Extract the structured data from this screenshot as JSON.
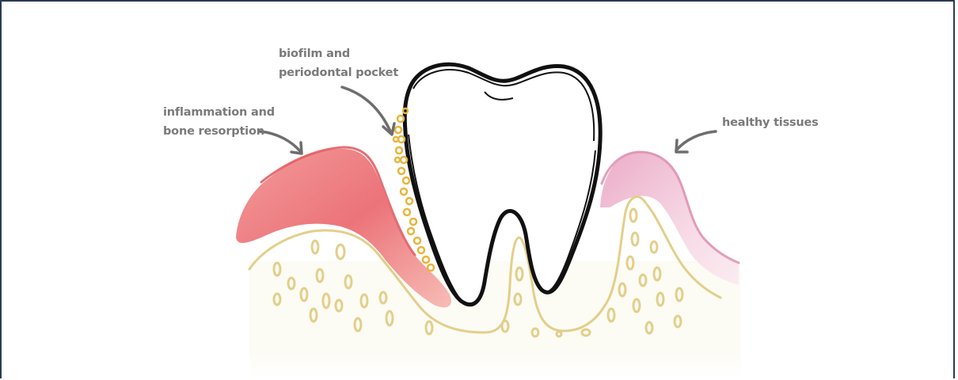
{
  "labels": {
    "biofilm": {
      "line1": "biofilm and",
      "line2": "periodontal pocket"
    },
    "inflammation": {
      "line1": "inflammation and",
      "line2": "bone resorption"
    },
    "healthy": {
      "line1": "healthy tissues"
    }
  },
  "colors": {
    "frame": "#2b3a55",
    "label_text": "#7a7a7a",
    "arrow": "#6e6e6e",
    "inflamed_gum": "#e0565a",
    "healthy_gum": "#dd8fb2",
    "bone_outline": "#e2cf8a",
    "biofilm": "#e7b53c",
    "tooth_outline": "#111111"
  },
  "icons": {
    "arrow_inflammation": "curved-arrow-icon",
    "arrow_biofilm": "curved-arrow-icon",
    "arrow_healthy": "curved-arrow-icon"
  }
}
